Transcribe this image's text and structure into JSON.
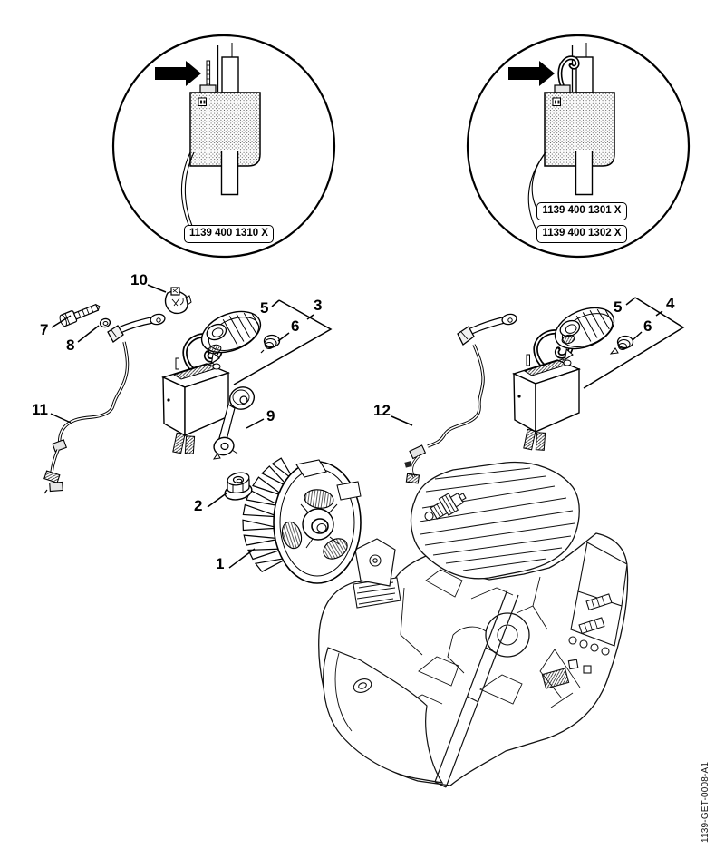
{
  "page": {
    "background": "#ffffff",
    "ink": "#000000"
  },
  "doc_number": "1139-GET-0008-A1",
  "insets": {
    "left": {
      "labels": [
        "1139 400 1310 X"
      ]
    },
    "right": {
      "labels": [
        "1139 400 1301 X",
        "1139 400 1302 X"
      ]
    }
  },
  "callouts": {
    "c1": "1",
    "c2": "2",
    "c3": "3",
    "c4": "4",
    "c5": "5",
    "c6": "6",
    "c7": "7",
    "c8": "8",
    "c9": "9",
    "c10": "10",
    "c11": "11",
    "c12": "12"
  }
}
